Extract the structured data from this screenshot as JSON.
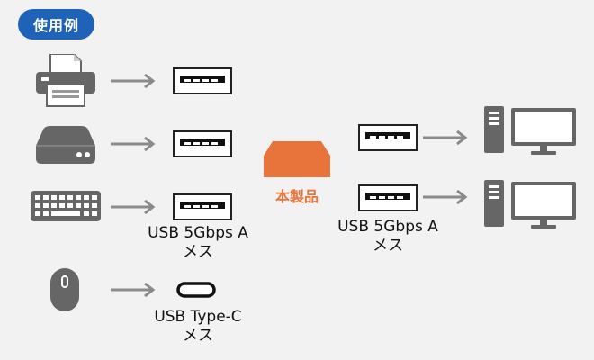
{
  "badge": {
    "label": "使用例"
  },
  "product": {
    "label": "本製品"
  },
  "labels": {
    "usb_a_left_line1": "USB 5Gbps A",
    "usb_a_left_line2": "メス",
    "usb_a_right_line1": "USB 5Gbps A",
    "usb_a_right_line2": "メス",
    "usb_c_line1": "USB Type-C",
    "usb_c_line2": "メス"
  },
  "devices": {
    "left": [
      "printer-icon",
      "hard-drive-icon",
      "keyboard-icon",
      "mouse-icon"
    ],
    "right": [
      "desktop-pc-icon",
      "desktop-pc-icon"
    ]
  },
  "colors": {
    "badge": "#1e63b8",
    "product": "#e8743b",
    "device": "#666666",
    "arrow": "#8a8a8a",
    "background": "#f2f2f2"
  }
}
